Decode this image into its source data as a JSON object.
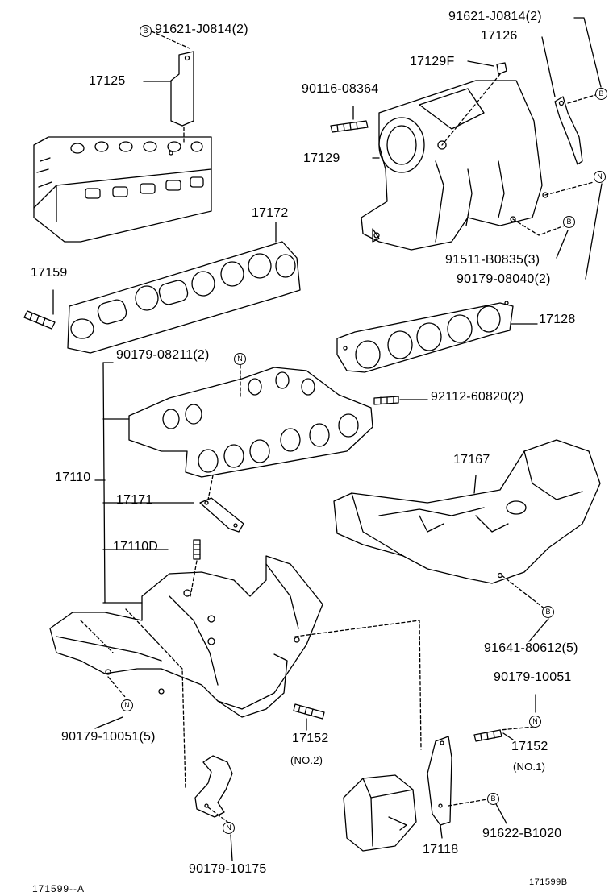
{
  "labels": {
    "p91621_left": "91621-J0814(2)",
    "p17125": "17125",
    "p91621_right": "91621-J0814(2)",
    "p17126": "17126",
    "p17129F": "17129F",
    "p90116": "90116-08364",
    "p17129": "17129",
    "p17172": "17172",
    "p17159": "17159",
    "p91511": "91511-B0835(3)",
    "p90179_08040": "90179-08040(2)",
    "p17128": "17128",
    "p90179_08211": "90179-08211(2)",
    "p92112": "92112-60820(2)",
    "p17110": "17110",
    "p17167": "17167",
    "p17171": "17171",
    "p17110D": "17110D",
    "p91641": "91641-80612(5)",
    "p90179_10051_right": "90179-10051",
    "p90179_10051_left": "90179-10051(5)",
    "p17152_no2": "17152",
    "p17152_no2_sub": "(NO.2)",
    "p17152_no1": "17152",
    "p17152_no1_sub": "(NO.1)",
    "p91622": "91622-B1020",
    "p17118": "17118",
    "p90179_10175": "90179-10175"
  },
  "codes": {
    "left": "171599--A",
    "right": "171599B"
  },
  "symbols": {
    "b": "B",
    "n": "N"
  }
}
